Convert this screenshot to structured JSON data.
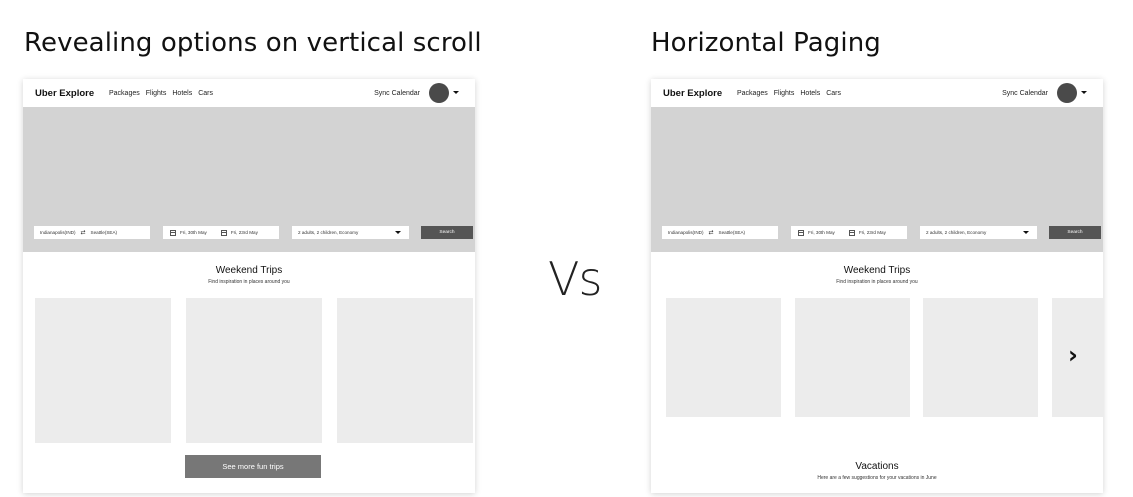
{
  "left": {
    "heading": "Revealing options on vertical scroll",
    "nav": {
      "brand": "Uber Explore",
      "links": [
        "Packages",
        "Flights",
        "Hotels",
        "Cars"
      ],
      "sync": "Sync Calendar"
    },
    "search": {
      "from": "Indianapolis(IND)",
      "to": "Seattle(SEA)",
      "depart": "Fri, 30th May",
      "return": "Fri, 23rd May",
      "travellers": "2 adults, 2 children, Economy",
      "button": "Search"
    },
    "section": {
      "title": "Weekend Trips",
      "subtitle": "Find inspiration in places around you"
    },
    "more_button": "See more fun trips"
  },
  "vs": "Vs",
  "right": {
    "heading": "Horizontal Paging",
    "nav": {
      "brand": "Uber Explore",
      "links": [
        "Packages",
        "Flights",
        "Hotels",
        "Cars"
      ],
      "sync": "Sync Calendar"
    },
    "search": {
      "from": "Indianapolis(IND)",
      "to": "Seattle(SEA)",
      "depart": "Fri, 30th May",
      "return": "Fri, 23rd May",
      "travellers": "2 adults, 2 children, Economy",
      "button": "Search"
    },
    "section": {
      "title": "Weekend Trips",
      "subtitle": "Find inspiration in places around you"
    },
    "next_icon": "chevron-right-icon",
    "section2": {
      "title": "Vacations",
      "subtitle": "Here are a few suggestions for your vacations in June"
    }
  },
  "colors": {
    "hero": "#d3d3d3",
    "card": "#ececec",
    "avatar": "#4a4a4a",
    "button": "#555555",
    "more_button": "#777777"
  }
}
